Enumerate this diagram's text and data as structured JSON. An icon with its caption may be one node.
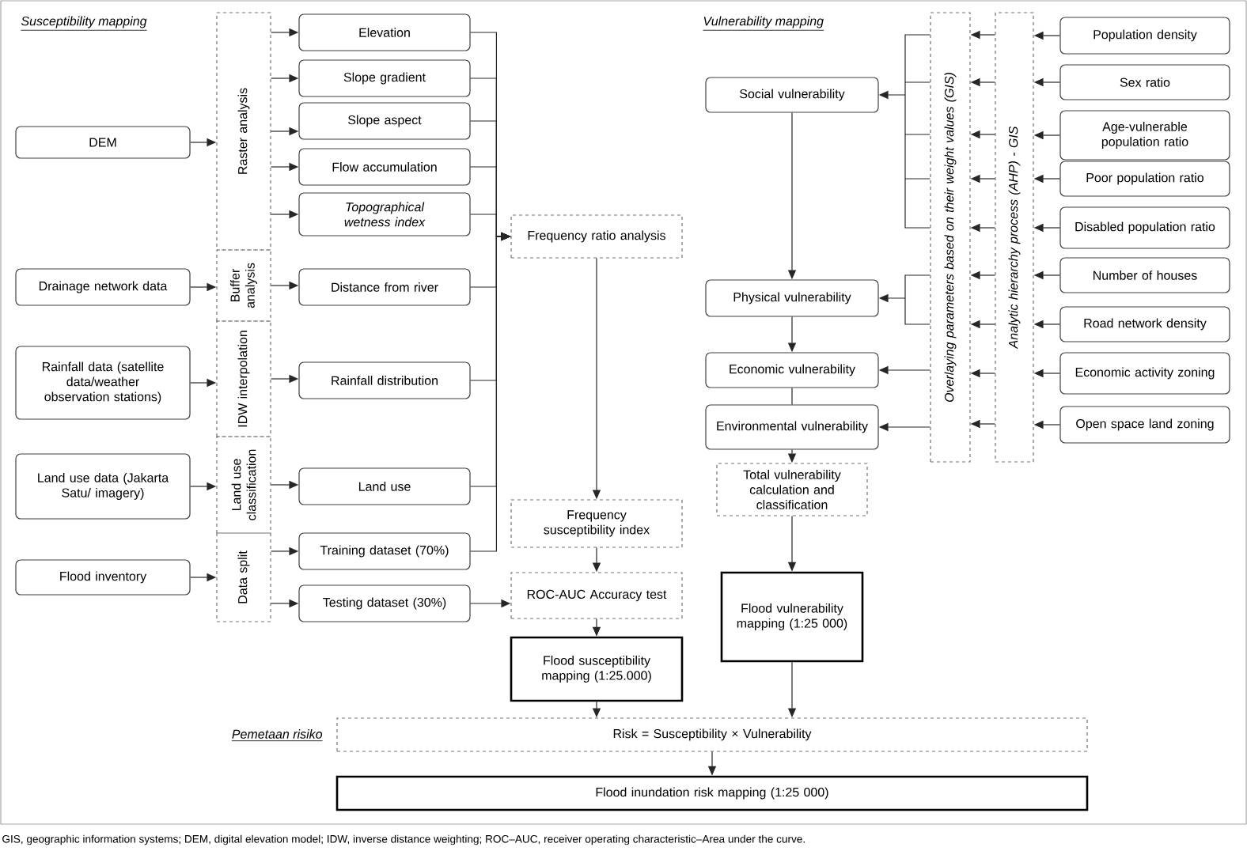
{
  "diagram": {
    "caption": "GIS, geographic information systems; DEM, digital elevation model; IDW, inverse distance weighting; ROC–AUC, receiver operating characteristic–Area under the curve.",
    "nodes": [
      {
        "text": [
          "DEM"
        ]
      },
      {
        "text": [
          "Drainage network data"
        ]
      },
      {
        "text": [
          "Rainfall data (satellite data/weather observation stations)"
        ]
      },
      {
        "text": [
          "Land use data (Jakarta Satu/ imagery)"
        ]
      },
      {
        "text": [
          "Flood inventory"
        ]
      },
      {
        "text": [
          "Raster analysis"
        ]
      },
      {
        "text": [
          "Buffer analysis"
        ]
      },
      {
        "text": [
          "IDW interpolation"
        ]
      },
      {
        "text": [
          "Land use classification"
        ]
      },
      {
        "text": [
          "Data split"
        ]
      },
      {
        "text": [
          "Elevation"
        ]
      },
      {
        "text": [
          "Slope gradient"
        ]
      },
      {
        "text": [
          "Slope aspect"
        ]
      },
      {
        "text": [
          "Flow accumulation"
        ]
      },
      {
        "text": [
          "Topographical wetness index"
        ]
      },
      {
        "text": [
          "Distance from river"
        ]
      },
      {
        "text": [
          "Rainfall distribution"
        ]
      },
      {
        "text": [
          "Land use"
        ]
      },
      {
        "text": [
          "Training dataset (70%)"
        ]
      },
      {
        "text": [
          "Testing dataset (30%)"
        ]
      },
      {
        "text": [
          "Frequency ratio analysis"
        ]
      },
      {
        "text": [
          "Frequency susceptibility index"
        ]
      },
      {
        "text": [
          "ROC-AUC Accuracy test"
        ]
      },
      {
        "text": [
          "Flood susceptibility mapping (1:25.000)"
        ]
      },
      {
        "text": [
          "Social vulnerability"
        ]
      },
      {
        "text": [
          "Physical vulnerability"
        ]
      },
      {
        "text": [
          "Economic vulnerability"
        ]
      },
      {
        "text": [
          "Environmental vulnerability"
        ]
      },
      {
        "text": [
          "Overlaying parameters based on their weight values (GIS)"
        ]
      },
      {
        "text": [
          "Analytic hierarchy process (AHP) - GIS"
        ]
      },
      {
        "text": [
          "Population density"
        ]
      },
      {
        "text": [
          "Sex ratio"
        ]
      },
      {
        "text": [
          "Age-vulnerable population ratio"
        ]
      },
      {
        "text": [
          "Poor population ratio"
        ]
      },
      {
        "text": [
          "Disabled population ratio"
        ]
      },
      {
        "text": [
          "Number of houses"
        ]
      },
      {
        "text": [
          "Road network density"
        ]
      },
      {
        "text": [
          "Economic activity zoning"
        ]
      },
      {
        "text": [
          "Open space land zoning"
        ]
      },
      {
        "text": [
          "Total vulnerability calculation and classification"
        ]
      },
      {
        "text": [
          "Flood vulnerability mapping (1:25 000)"
        ]
      },
      {
        "text": [
          "Risk = Susceptibility × Vulnerability"
        ]
      },
      {
        "text": [
          "Flood inundation risk mapping (1:25 000)"
        ]
      }
    ],
    "edges": [
      {
        "from": 0,
        "to": 5,
        "arrow": "to"
      },
      {
        "from": 1,
        "to": 6,
        "arrow": "to"
      },
      {
        "from": 2,
        "to": 7,
        "arrow": "to"
      },
      {
        "from": 3,
        "to": 8,
        "arrow": "to"
      },
      {
        "from": 4,
        "to": 9,
        "arrow": "to"
      },
      {
        "from": 5,
        "to": 10,
        "arrow": "to"
      },
      {
        "from": 5,
        "to": 11,
        "arrow": "to"
      },
      {
        "from": 5,
        "to": 12,
        "arrow": "to"
      },
      {
        "from": 5,
        "to": 13,
        "arrow": "to"
      },
      {
        "from": 5,
        "to": 14,
        "arrow": "to"
      },
      {
        "from": 6,
        "to": 15,
        "arrow": "to"
      },
      {
        "from": 7,
        "to": 16,
        "arrow": "to"
      },
      {
        "from": 8,
        "to": 17,
        "arrow": "to"
      },
      {
        "from": 9,
        "to": 18,
        "arrow": "to"
      },
      {
        "from": 9,
        "to": 19,
        "arrow": "to"
      },
      {
        "from": 10,
        "to": 20,
        "arrow": "to"
      },
      {
        "from": 11,
        "to": 20,
        "arrow": "to"
      },
      {
        "from": 12,
        "to": 20,
        "arrow": "to"
      },
      {
        "from": 13,
        "to": 20,
        "arrow": "to"
      },
      {
        "from": 14,
        "to": 20,
        "arrow": "to"
      },
      {
        "from": 15,
        "to": 20,
        "arrow": "to"
      },
      {
        "from": 16,
        "to": 20,
        "arrow": "to"
      },
      {
        "from": 17,
        "to": 20,
        "arrow": "to"
      },
      {
        "from": 18,
        "to": 20,
        "arrow": "to"
      },
      {
        "from": 20,
        "to": 21,
        "arrow": "to"
      },
      {
        "from": 21,
        "to": 22,
        "arrow": "to"
      },
      {
        "from": 19,
        "to": 22,
        "arrow": "to"
      },
      {
        "from": 22,
        "to": 23,
        "arrow": "to"
      },
      {
        "from": 23,
        "to": 41,
        "arrow": "to"
      },
      {
        "from": 30,
        "to": 29,
        "arrow": "to"
      },
      {
        "from": 31,
        "to": 29,
        "arrow": "to"
      },
      {
        "from": 32,
        "to": 29,
        "arrow": "to"
      },
      {
        "from": 33,
        "to": 29,
        "arrow": "to"
      },
      {
        "from": 34,
        "to": 29,
        "arrow": "to"
      },
      {
        "from": 35,
        "to": 29,
        "arrow": "to"
      },
      {
        "from": 36,
        "to": 29,
        "arrow": "to"
      },
      {
        "from": 37,
        "to": 29,
        "arrow": "to"
      },
      {
        "from": 38,
        "to": 29,
        "arrow": "to"
      },
      {
        "from": 29,
        "to": 28,
        "arrow": "to"
      },
      {
        "from": 29,
        "to": 28,
        "arrow": "to"
      },
      {
        "from": 29,
        "to": 28,
        "arrow": "to"
      },
      {
        "from": 29,
        "to": 28,
        "arrow": "to"
      },
      {
        "from": 29,
        "to": 28,
        "arrow": "to"
      },
      {
        "from": 29,
        "to": 28,
        "arrow": "to"
      },
      {
        "from": 29,
        "to": 28,
        "arrow": "to"
      },
      {
        "from": 29,
        "to": 28,
        "arrow": "to"
      },
      {
        "from": 29,
        "to": 28,
        "arrow": "to"
      },
      {
        "from": 28,
        "to": 24,
        "arrow": "to"
      },
      {
        "from": 28,
        "to": 25,
        "arrow": "to"
      },
      {
        "from": 28,
        "to": 26,
        "arrow": "to"
      },
      {
        "from": 28,
        "to": 27,
        "arrow": "to"
      },
      {
        "from": 24,
        "to": 25,
        "arrow": "to"
      },
      {
        "from": 25,
        "to": 26,
        "arrow": "to"
      },
      {
        "from": 26,
        "to": 27,
        "arrow": "none"
      },
      {
        "from": 27,
        "to": 39,
        "arrow": "to"
      },
      {
        "from": 39,
        "to": 40,
        "arrow": "to"
      },
      {
        "from": 40,
        "to": 41,
        "arrow": "to"
      },
      {
        "from": 41,
        "to": 42,
        "arrow": "to"
      }
    ],
    "labels": [
      "Susceptibility mapping",
      "Vulnerability mapping",
      "Pemetaan risiko"
    ]
  }
}
